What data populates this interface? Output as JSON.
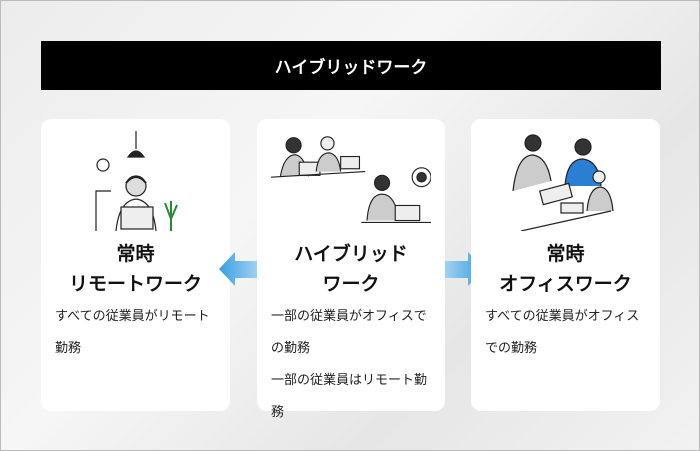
{
  "banner": "ハイブリッドワーク",
  "cards": [
    {
      "title1": "常時",
      "title2": "リモートワーク",
      "desc": [
        "すべての従業員がリモート勤務"
      ]
    },
    {
      "title1": "ハイブリッド",
      "title2": "ワーク",
      "desc": [
        "一部の従業員がオフィスでの勤務",
        "一部の従業員はリモート勤務"
      ]
    },
    {
      "title1": "常時",
      "title2": "オフィスワーク",
      "desc": [
        "すべての従業員がオフィスでの勤務"
      ]
    }
  ],
  "colors": {
    "arrow": "#3a9ee0",
    "accent": "#2a7fd4"
  }
}
